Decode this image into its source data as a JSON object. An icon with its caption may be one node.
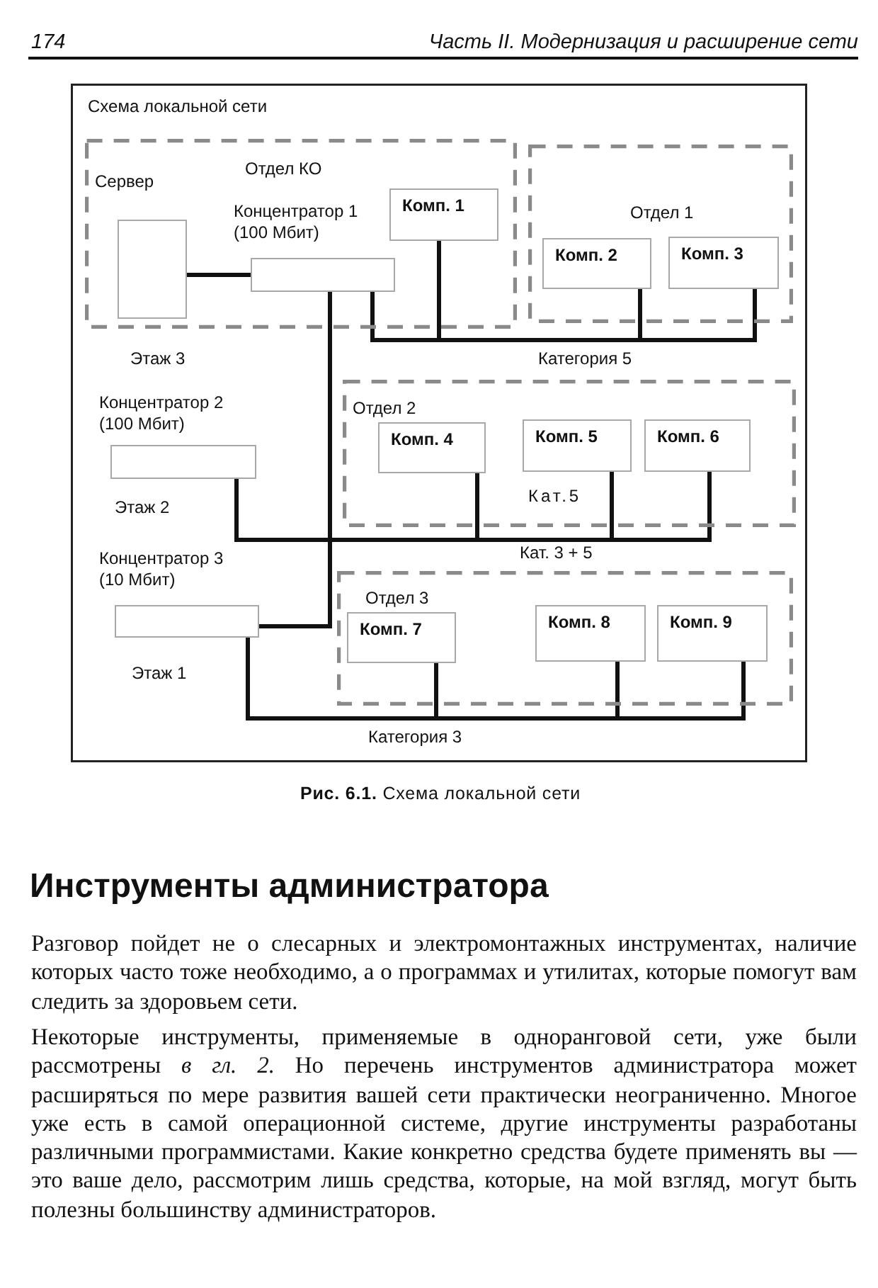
{
  "diagram": {
    "caption": "**Рис. 6.1.** Схема локальной сети",
    "nodes": [
      {
        "text": [
          "Схема локальной сети"
        ]
      },
      {
        "text": [
          "Отдел КО"
        ],
        "in": 0
      },
      {
        "text": [
          "Сервер"
        ],
        "in": 1
      },
      {
        "text": [
          "Концентратор 1 (100 Мбит)"
        ],
        "in": 1
      },
      {
        "text": [
          "Комп. 1"
        ],
        "in": 1
      },
      {
        "text": [
          "Отдел 1"
        ],
        "in": 0
      },
      {
        "text": [
          "Комп. 2"
        ],
        "in": 5
      },
      {
        "text": [
          "Комп. 3"
        ],
        "in": 5
      },
      {
        "text": [
          "Концентратор 2 (100 Мбит)"
        ],
        "in": 0
      },
      {
        "text": [
          "Отдел 2"
        ],
        "in": 0
      },
      {
        "text": [
          "Комп. 4"
        ],
        "in": 9
      },
      {
        "text": [
          "Комп. 5"
        ],
        "in": 9
      },
      {
        "text": [
          "Комп. 6"
        ],
        "in": 9
      },
      {
        "text": [
          "Концентратор 3 (10 Мбит)"
        ],
        "in": 0
      },
      {
        "text": [
          "Отдел 3"
        ],
        "in": 0
      },
      {
        "text": [
          "Комп. 7"
        ],
        "in": 14
      },
      {
        "text": [
          "Комп. 8"
        ],
        "in": 14
      },
      {
        "text": [
          "Комп. 9"
        ],
        "in": 14
      }
    ],
    "edges": [
      {
        "from": 2,
        "to": 3,
        "arrow": "none"
      },
      {
        "from": 3,
        "to": 4,
        "arrow": "none"
      },
      {
        "from": 3,
        "to": 6,
        "arrow": "none"
      },
      {
        "from": 3,
        "to": 7,
        "arrow": "none"
      },
      {
        "from": 3,
        "to": 8,
        "arrow": "none"
      },
      {
        "from": 8,
        "to": 10,
        "arrow": "none"
      },
      {
        "from": 8,
        "to": 11,
        "arrow": "none"
      },
      {
        "from": 8,
        "to": 12,
        "arrow": "none"
      },
      {
        "from": 3,
        "to": 13,
        "arrow": "none"
      },
      {
        "from": 13,
        "to": 15,
        "arrow": "none"
      },
      {
        "from": 13,
        "to": 16,
        "arrow": "none"
      },
      {
        "from": 13,
        "to": 17,
        "arrow": "none"
      }
    ],
    "labels": [
      "174",
      "Часть II. Модернизация и расширение сети",
      "Этаж 3",
      "Категория 5",
      "Этаж 2",
      "Кат.5",
      "Кат. 3 + 5",
      "Этаж 1",
      "Категория 3",
      "Инструменты администратора",
      "Разговор пойдет не о слесарных и электромонтажных инструментах, наличие которых часто тоже необходимо, а о программах и утилитах, которые помогут вам следить за здоровьем сети.",
      "Некоторые инструменты, применяемые в одноранговой сети, уже были рассмотрены *в гл. 2.* Но перечень инструментов администратора может расширяться по мере развития вашей сети практически неограниченно. Многое уже есть в самой операционной системе, другие инструменты разработаны различными программистами. Какие конкретно средства будете применять вы — это ваше дело, рассмотрим лишь средства, которые, на мой взгляд, могут быть полезны большинству администраторов."
    ]
  }
}
